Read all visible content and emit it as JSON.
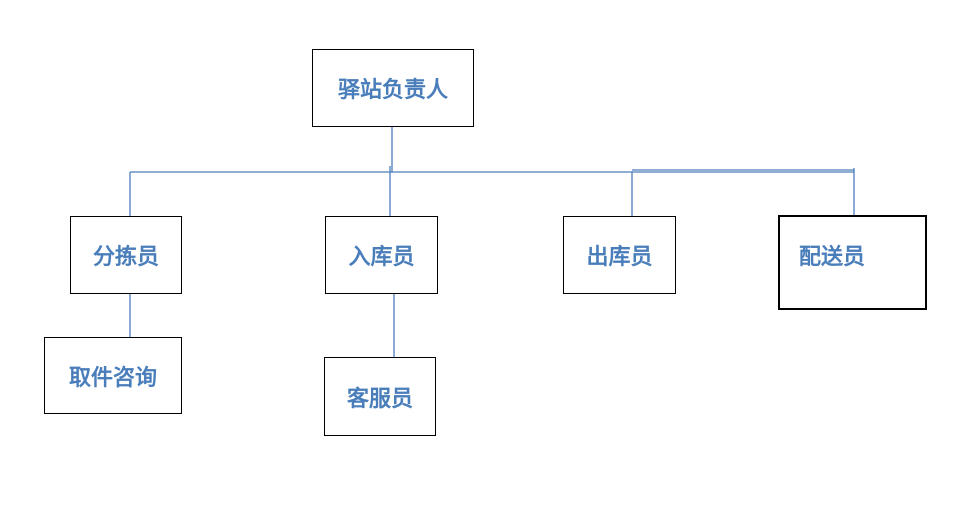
{
  "colors": {
    "label_text": "#4a7ebb",
    "connector": "#4a7ebb",
    "box_border": "#000000",
    "background": "#ffffff"
  },
  "org_chart": {
    "root": {
      "label": "驿站负责人"
    },
    "children": [
      {
        "label": "分拣员",
        "sub": {
          "label": "取件咨询"
        }
      },
      {
        "label": "入库员",
        "sub": {
          "label": "客服员"
        }
      },
      {
        "label": "出库员"
      },
      {
        "label": "配送员"
      }
    ]
  }
}
